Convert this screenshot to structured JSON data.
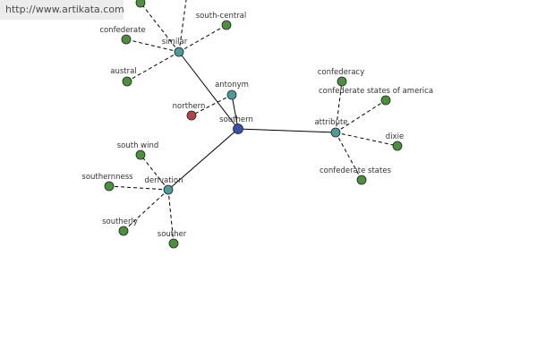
{
  "banner": {
    "url_text": "http://www.artikata.com"
  },
  "colors": {
    "center": "#3a4fa6",
    "relation": "#4f9a9a",
    "leaf": "#4c8f3e",
    "opposite": "#b0424a",
    "edge": "#000000"
  },
  "graph": {
    "nodes": [
      {
        "id": "southern",
        "label": "southern",
        "kind": "center"
      },
      {
        "id": "similar",
        "label": "similar",
        "kind": "relation"
      },
      {
        "id": "antonym",
        "label": "antonym",
        "kind": "relation"
      },
      {
        "id": "attribute",
        "label": "attribute",
        "kind": "relation"
      },
      {
        "id": "derivation",
        "label": "derivation",
        "kind": "relation"
      },
      {
        "id": "northern",
        "label": "northern",
        "kind": "opposite"
      },
      {
        "id": "confederate",
        "label": "confederate",
        "kind": "leaf"
      },
      {
        "id": "south-central",
        "label": "south-central",
        "kind": "leaf"
      },
      {
        "id": "austral",
        "label": "austral",
        "kind": "leaf"
      },
      {
        "id": "top-left",
        "label": "",
        "kind": "leaf"
      },
      {
        "id": "confederacy",
        "label": "confederacy",
        "kind": "leaf"
      },
      {
        "id": "confederate-states-of-america",
        "label": "confederate states of america",
        "kind": "leaf"
      },
      {
        "id": "dixie",
        "label": "dixie",
        "kind": "leaf"
      },
      {
        "id": "confederate-states",
        "label": "confederate states",
        "kind": "leaf"
      },
      {
        "id": "south-wind",
        "label": "south wind",
        "kind": "leaf"
      },
      {
        "id": "southernness",
        "label": "southernness",
        "kind": "leaf"
      },
      {
        "id": "southerly",
        "label": "southerly",
        "kind": "leaf"
      },
      {
        "id": "souther",
        "label": "souther",
        "kind": "leaf"
      }
    ],
    "edges": [
      {
        "from": "southern",
        "to": "similar",
        "style": "solid"
      },
      {
        "from": "southern",
        "to": "antonym",
        "style": "solid"
      },
      {
        "from": "southern",
        "to": "attribute",
        "style": "solid"
      },
      {
        "from": "southern",
        "to": "derivation",
        "style": "solid"
      },
      {
        "from": "antonym",
        "to": "northern",
        "style": "dashed"
      },
      {
        "from": "similar",
        "to": "confederate",
        "style": "dashed"
      },
      {
        "from": "similar",
        "to": "south-central",
        "style": "dashed"
      },
      {
        "from": "similar",
        "to": "austral",
        "style": "dashed"
      },
      {
        "from": "similar",
        "to": "top-left",
        "style": "dashed"
      },
      {
        "from": "similar",
        "to": "top-right-stub",
        "style": "dashed"
      },
      {
        "from": "attribute",
        "to": "confederacy",
        "style": "dashed"
      },
      {
        "from": "attribute",
        "to": "confederate-states-of-america",
        "style": "dashed"
      },
      {
        "from": "attribute",
        "to": "dixie",
        "style": "dashed"
      },
      {
        "from": "attribute",
        "to": "confederate-states",
        "style": "dashed"
      },
      {
        "from": "derivation",
        "to": "south-wind",
        "style": "dashed"
      },
      {
        "from": "derivation",
        "to": "southernness",
        "style": "dashed"
      },
      {
        "from": "derivation",
        "to": "southerly",
        "style": "dashed"
      },
      {
        "from": "derivation",
        "to": "souther",
        "style": "dashed"
      }
    ]
  }
}
